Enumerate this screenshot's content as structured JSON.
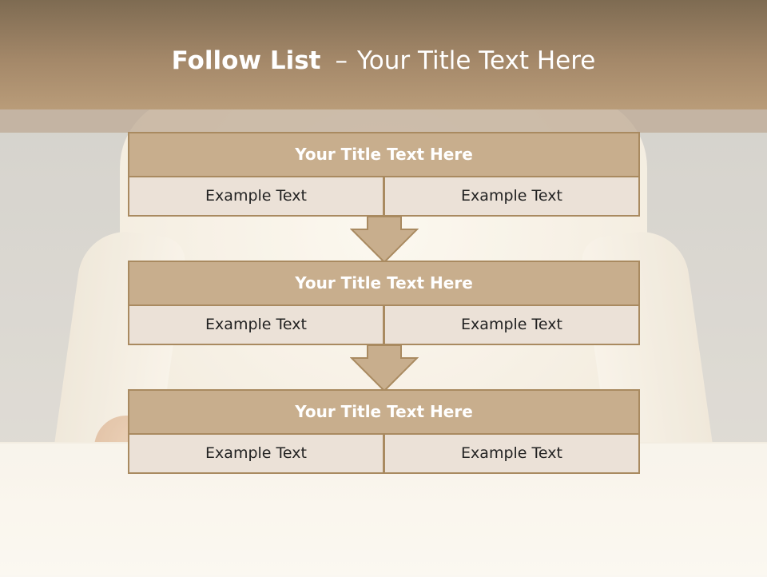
{
  "slide": {
    "title_bold": "Follow List",
    "title_dash": "–",
    "title_rest": "Your Title Text Here"
  },
  "steps": [
    {
      "title": "Your Title Text Here",
      "left": "Example Text",
      "right": "Example Text"
    },
    {
      "title": "Your Title Text Here",
      "left": "Example Text",
      "right": "Example Text"
    },
    {
      "title": "Your Title Text Here",
      "left": "Example Text",
      "right": "Example Text"
    }
  ],
  "colors": {
    "header": "#a48869",
    "block_border": "#a98a60",
    "block_title_fill": "#c8ae8d",
    "block_cell_fill": "#ebe1d7",
    "arrow_fill": "#c8ae8d"
  },
  "icons": [
    "down-arrow-icon",
    "down-arrow-icon"
  ]
}
